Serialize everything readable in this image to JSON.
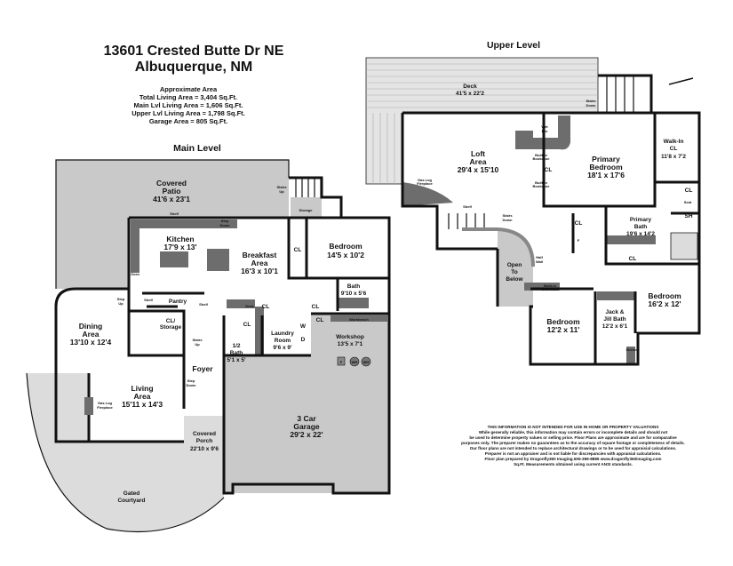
{
  "header": {
    "address": "13601 Crested Butte Dr NE",
    "city": "Albuquerque, NM"
  },
  "area": {
    "title": "Approximate Area",
    "total": "Total Living Area = 3,404 Sq.Ft.",
    "main": "Main Lvl Living Area = 1,606 Sq.Ft.",
    "upper": "Upper Lvl Living Area = 1,798 Sq.Ft.",
    "garage": "Garage Area = 805 Sq.Ft."
  },
  "levels": {
    "main": "Main Level",
    "upper": "Upper Level"
  },
  "main_rooms": {
    "patio": {
      "name1": "Covered",
      "name2": "Patio",
      "dims": "41'6 x 23'1"
    },
    "kitchen": {
      "name": "Kitchen",
      "dims": "17'9 x 13'"
    },
    "breakfast": {
      "name1": "Breakfast",
      "name2": "Area",
      "dims": "16'3 x 10'1"
    },
    "bedroom": {
      "name": "Bedroom",
      "dims": "14'5 x 10'2"
    },
    "bath": {
      "name": "Bath",
      "dims": "9'10 x 5'6"
    },
    "dining": {
      "name1": "Dining",
      "name2": "Area",
      "dims": "13'10 x 12'4"
    },
    "living": {
      "name1": "Living",
      "name2": "Area",
      "dims": "15'11 x 14'3"
    },
    "laundry": {
      "name1": "Laundry",
      "name2": "Room",
      "dims": "9'6 x 9'"
    },
    "halfbath": {
      "name1": "1/2",
      "name2": "Bath",
      "dims": "5'1 x 5'"
    },
    "workshop": {
      "name": "Workshop",
      "dims": "13'5 x 7'1"
    },
    "garage": {
      "name1": "3 Car",
      "name2": "Garage",
      "dims": "29'2 x 22'"
    },
    "porch": {
      "name1": "Covered",
      "name2": "Porch",
      "dims": "22'10 x 9'6"
    },
    "courtyard": {
      "name1": "Gated",
      "name2": "Courtyard"
    },
    "foyer": {
      "name": "Foyer"
    },
    "cl_storage": {
      "name1": "CL/",
      "name2": "Storage"
    }
  },
  "main_labels": {
    "storage": "Storage",
    "stairs_up": "Stairs",
    "up": "Up",
    "step": "Step",
    "down": "Down",
    "shelf": "Shelf",
    "pantry": "Pantry",
    "oven": "Oven",
    "desk": "Desk",
    "cl": "CL",
    "workbench": "Workbench",
    "w": "W",
    "d": "D",
    "f": "F",
    "wh": "WH",
    "gas1": "Gas Log",
    "gas2": "Fireplace"
  },
  "upper_rooms": {
    "deck": {
      "name": "Deck",
      "dims": "41'5 x 22'2"
    },
    "loft": {
      "name1": "Loft",
      "name2": "Area",
      "dims": "29'4 x 15'10"
    },
    "primary_bed": {
      "name1": "Primary",
      "name2": "Bedroom",
      "dims": "18'1 x 17'6"
    },
    "walkin": {
      "name1": "Walk-In",
      "name2": "CL",
      "dims": "11'8 x 7'2"
    },
    "primary_bath": {
      "name1": "Primary",
      "name2": "Bath",
      "dims": "19'6 x 14'2"
    },
    "open": {
      "l1": "Open",
      "l2": "To",
      "l3": "Below"
    },
    "bedroom2": {
      "name": "Bedroom",
      "dims": "12'2 x 11'"
    },
    "jj": {
      "name1": "Jack &",
      "name2": "Jill Bath",
      "dims": "12'2 x 6'1"
    },
    "bedroom3": {
      "name": "Bedroom",
      "dims": "16'2 x 12'"
    }
  },
  "upper_labels": {
    "wet1": "Wet",
    "wet2": "Bar",
    "built1": "Built-in",
    "built2": "Bookcase",
    "half1": "Half",
    "half2": "Wall",
    "seat": "Seat",
    "sh": "SH",
    "shelves": "Shelves"
  },
  "disclaimer": [
    "THIS INFORMATION IS NOT INTENDED FOR USE IN HOME OR PROPERTY VALUATIONS",
    "While generally reliable, this information may contain errors or incomplete details and should not",
    "be used to determine property values or selling price. Floor Plans are approximate and are for comparative",
    "purposes only. The preparer makes no guarantees as to the accuracy of square footage or completeness of details.",
    "Our floor plans are not intended to replace architectural drawings or to be used for appraisial calculations.",
    "Preparer is not an appraiser and is not liable for discrepancies with appraisial calculations.",
    "Floor plan prepared by Dragonfly360 Imaging.505-359-8885  www.dragonfly360imaging.com",
    "Sq.Ft. Measurements obtained using current ANSI standards."
  ]
}
